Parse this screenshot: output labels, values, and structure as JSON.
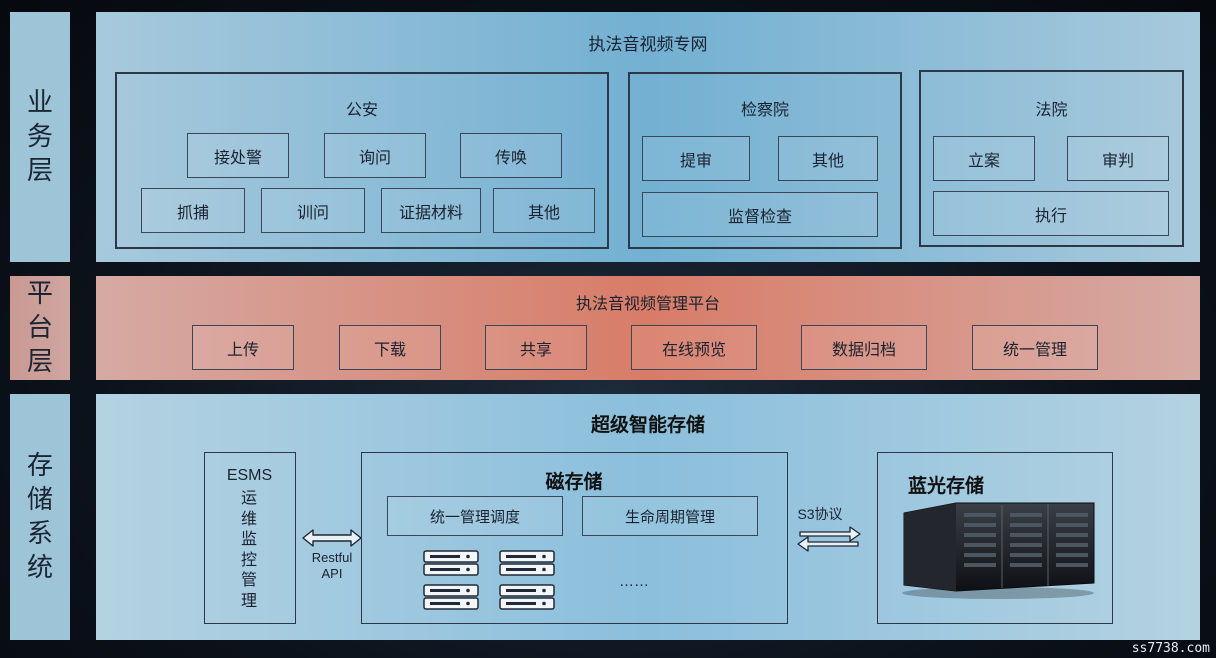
{
  "layers": {
    "business": "业务层",
    "platform": "平台层",
    "storage": "存储系统"
  },
  "business": {
    "title": "执法音视频专网",
    "police": {
      "title": "公安",
      "items": [
        "接处警",
        "询问",
        "传唤",
        "抓捕",
        "训问",
        "证据材料",
        "其他"
      ]
    },
    "procuratorate": {
      "title": "检察院",
      "items": [
        "提审",
        "其他",
        "监督检查"
      ]
    },
    "court": {
      "title": "法院",
      "items": [
        "立案",
        "审判",
        "执行"
      ]
    }
  },
  "platform": {
    "title": "执法音视频管理平台",
    "items": [
      "上传",
      "下载",
      "共享",
      "在线预览",
      "数据归档",
      "统一管理"
    ]
  },
  "storage": {
    "title": "超级智能存储",
    "esms": {
      "name": "ESMS",
      "desc": "运维监控管理"
    },
    "restful": {
      "line1": "Restful",
      "line2": "API"
    },
    "magnetic": {
      "title": "磁存储",
      "items": [
        "统一管理调度",
        "生命周期管理"
      ],
      "ellipsis": "……"
    },
    "s3": "S3协议",
    "optical": {
      "title": "蓝光存储"
    }
  },
  "watermark": "ss7738.com"
}
